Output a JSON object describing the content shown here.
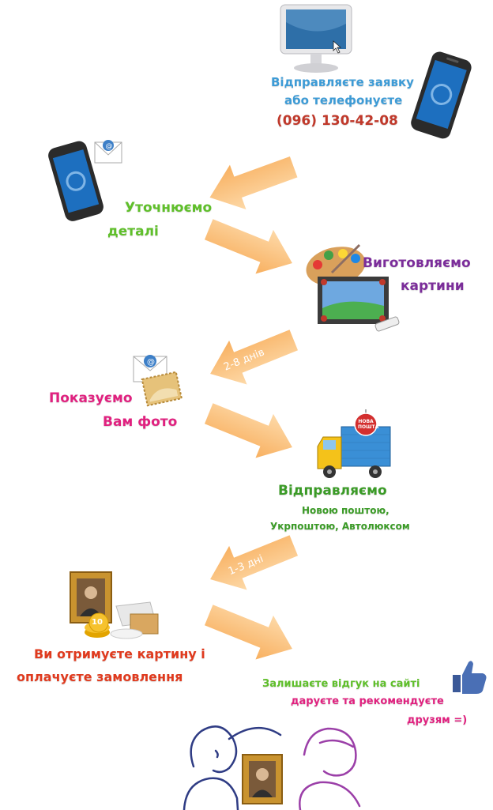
{
  "steps": {
    "step1": {
      "line1": "Відправляєте заявку",
      "line2": "або телефонуєте",
      "phone": "(096) 130-42-08"
    },
    "step2": {
      "line1": "Уточнюємо",
      "line2": "деталі"
    },
    "step3": {
      "line1": "Виготовляємо",
      "line2": "картини"
    },
    "step4": {
      "line1": "Показуємо",
      "line2": "Вам фото",
      "arrow_label": "2-8 днів"
    },
    "step5": {
      "line1": "Відправляємо",
      "line2": "Новою поштою,",
      "line3": "Укрпоштою, Автолюксом",
      "truck_sign_1": "НОВА",
      "truck_sign_2": "ПОШТА"
    },
    "step6": {
      "line1": "Ви отримуєте картину і",
      "line2": "оплачуєте замовлення",
      "arrow_label": "1-3 дні",
      "coin_label": "10"
    },
    "step7": {
      "line1": "Залишаєте відгук на сайті",
      "line2": "даруєте та рекомендуєте",
      "line3": "друзям =)"
    }
  },
  "colors": {
    "arrow": "#fbc47e",
    "blue_text": "#3d9bd6",
    "phone_red": "#c0392b",
    "green": "#5fbf2a",
    "purple": "#7b2d9a",
    "pink": "#e0217f",
    "dark_green": "#3b9b27",
    "orange_red": "#e03a1e"
  },
  "icons": [
    "monitor-icon",
    "smartphone-icon",
    "email-icon",
    "palette-icon",
    "picture-icon",
    "envelope-photo-icon",
    "truck-icon",
    "portrait-icon",
    "coins-icon",
    "thumbs-up-icon",
    "people-icon"
  ]
}
